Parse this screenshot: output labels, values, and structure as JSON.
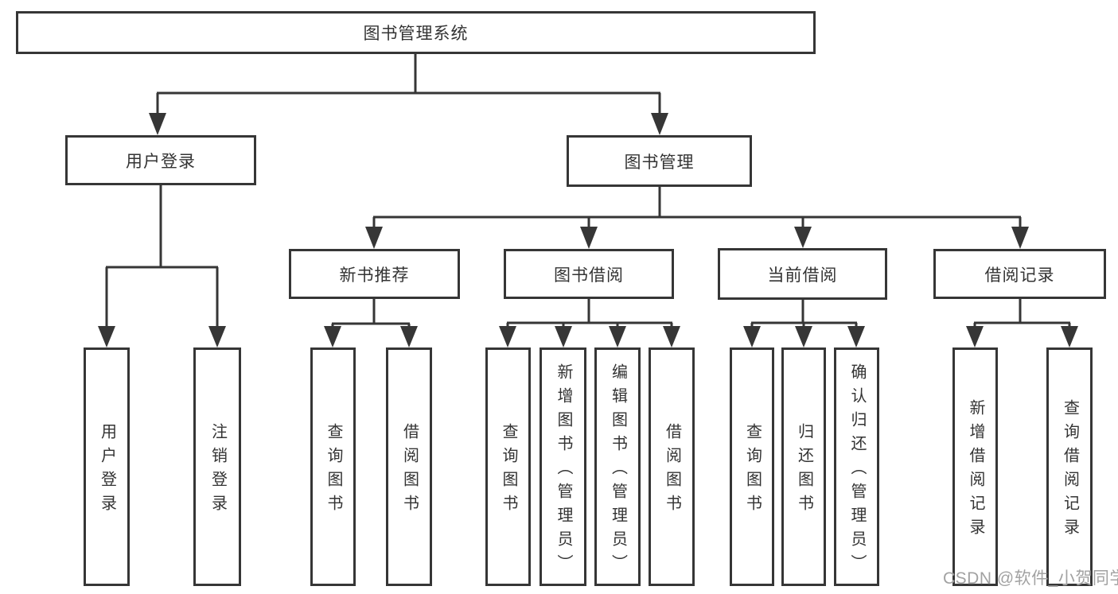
{
  "diagram": {
    "root": {
      "label": "图书管理系统"
    },
    "branches": [
      {
        "label": "用户登录",
        "children": [
          {
            "label": "用户登录"
          },
          {
            "label": "注销登录"
          }
        ]
      },
      {
        "label": "图书管理",
        "sections": [
          {
            "label": "新书推荐",
            "children": [
              {
                "label": "查询图书"
              },
              {
                "label": "借阅图书"
              }
            ]
          },
          {
            "label": "图书借阅",
            "children": [
              {
                "label": "查询图书"
              },
              {
                "label": "新增图书（管理员）"
              },
              {
                "label": "编辑图书（管理员）"
              },
              {
                "label": "借阅图书"
              }
            ]
          },
          {
            "label": "当前借阅",
            "children": [
              {
                "label": "查询图书"
              },
              {
                "label": "归还图书"
              },
              {
                "label": "确认归还（管理员）"
              }
            ]
          },
          {
            "label": "借阅记录",
            "children": [
              {
                "label": "新增借阅记录"
              },
              {
                "label": "查询借阅记录"
              }
            ]
          }
        ]
      }
    ]
  },
  "colors": {
    "line": "#363636",
    "text": "#333333",
    "watermark": "#a2a2a2"
  },
  "watermark": {
    "text": "CSDN @软件_小贺同学"
  }
}
